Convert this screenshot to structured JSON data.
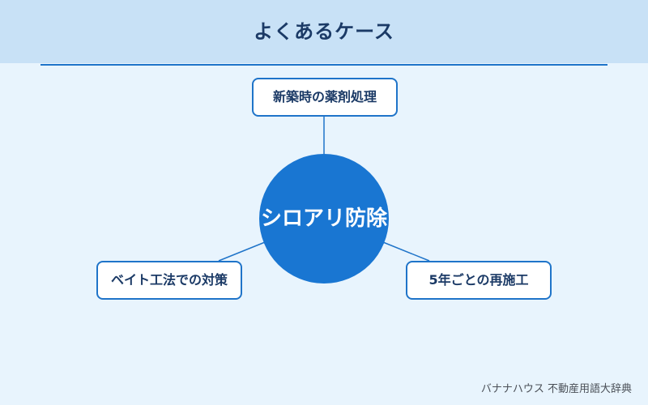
{
  "header": {
    "title": "よくあるケース"
  },
  "diagram": {
    "center": {
      "label": "シロアリ防除"
    },
    "nodes": [
      {
        "label": "新築時の薬剤処理"
      },
      {
        "label": "ベイト工法での対策"
      },
      {
        "label": "5年ごとの再施工"
      }
    ]
  },
  "footer": {
    "credit": "バナナハウス 不動産用語大辞典"
  },
  "colors": {
    "background": "#e8f4fd",
    "header_band": "#c8e1f6",
    "accent": "#1f74c9",
    "hub": "#1976d2",
    "text_dark": "#1b3a66"
  }
}
